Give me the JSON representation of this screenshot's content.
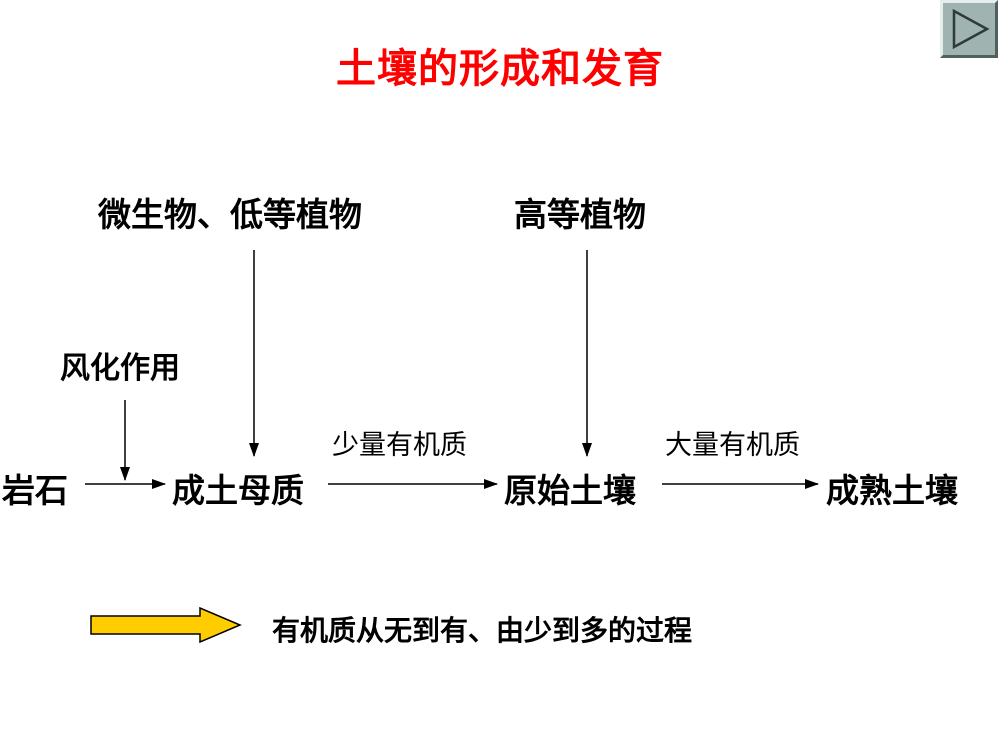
{
  "title": "土壤的形成和发育",
  "colors": {
    "title": "#ff0000",
    "arrow_fill": "#ffcc00",
    "arrow_stroke": "#000000",
    "nav_button": "#9fb3b0"
  },
  "nav": {
    "icon": "play-triangle-icon"
  },
  "top_labels": {
    "micro": "微生物、低等植物",
    "higher_plants": "高等植物"
  },
  "weathering_label": "风化作用",
  "stages": [
    "岩石",
    "成土母质",
    "原始土壤",
    "成熟土壤"
  ],
  "transitions": [
    "少量有机质",
    "大量有机质"
  ],
  "legend": {
    "icon": "yellow-arrow-icon",
    "text": "有机质从无到有、由少到多的过程"
  }
}
